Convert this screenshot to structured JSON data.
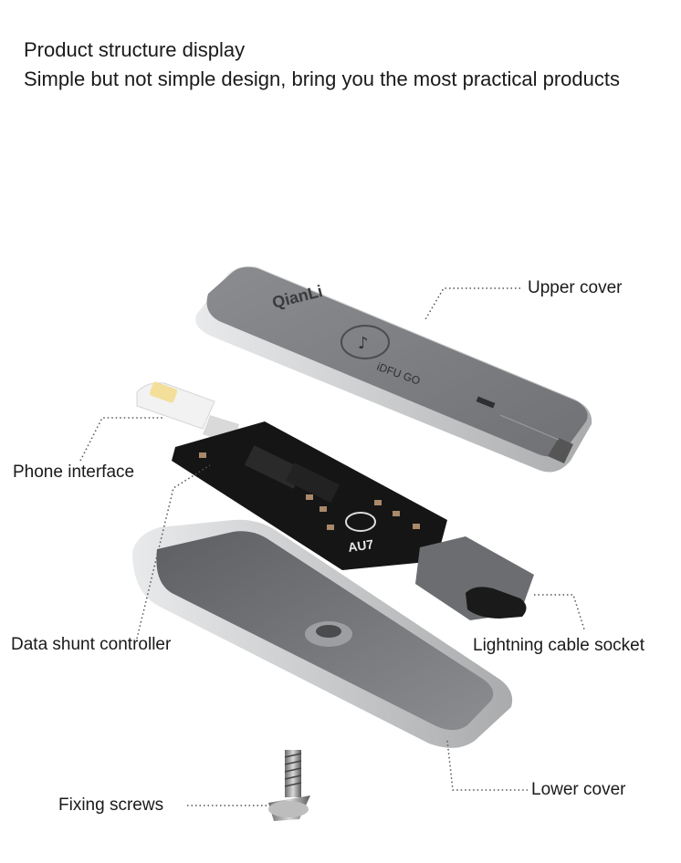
{
  "header": {
    "title": "Product structure display",
    "subtitle": "Simple but not simple design, bring you the most practical products"
  },
  "device_markings": {
    "brand": "QianLi",
    "model": "iDFU GO",
    "pcb_code": "AU7"
  },
  "callouts": [
    {
      "id": "upper-cover",
      "text": "Upper cover"
    },
    {
      "id": "phone-interface",
      "text": "Phone interface"
    },
    {
      "id": "data-shunt-controller",
      "text": "Data shunt controller"
    },
    {
      "id": "lightning-cable-socket",
      "text": "Lightning cable socket"
    },
    {
      "id": "lower-cover",
      "text": "Lower cover"
    },
    {
      "id": "fixing-screws",
      "text": "Fixing screws"
    }
  ],
  "colors": {
    "cover_top": "#7d7f82",
    "cover_edge": "#c9cacc",
    "pcb": "#151515",
    "leader": "#555555"
  }
}
